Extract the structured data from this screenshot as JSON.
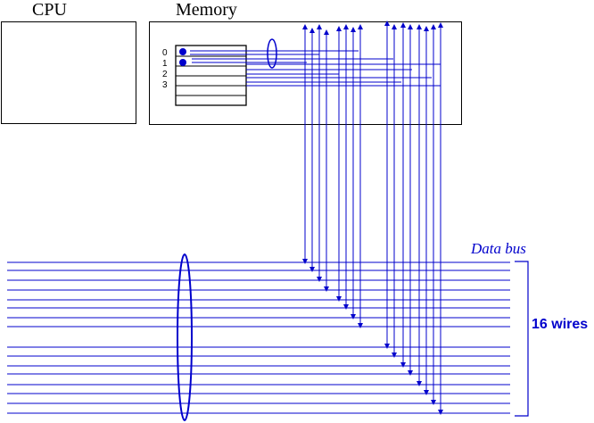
{
  "labels": {
    "cpu": "CPU",
    "memory": "Memory",
    "data_bus": "Data bus",
    "wire_count": "16 wires"
  },
  "memory_rows": [
    "0",
    "1",
    "2",
    "3"
  ],
  "colors": {
    "wire": "#0000cc",
    "outline": "#000000",
    "background": "#ffffff"
  }
}
